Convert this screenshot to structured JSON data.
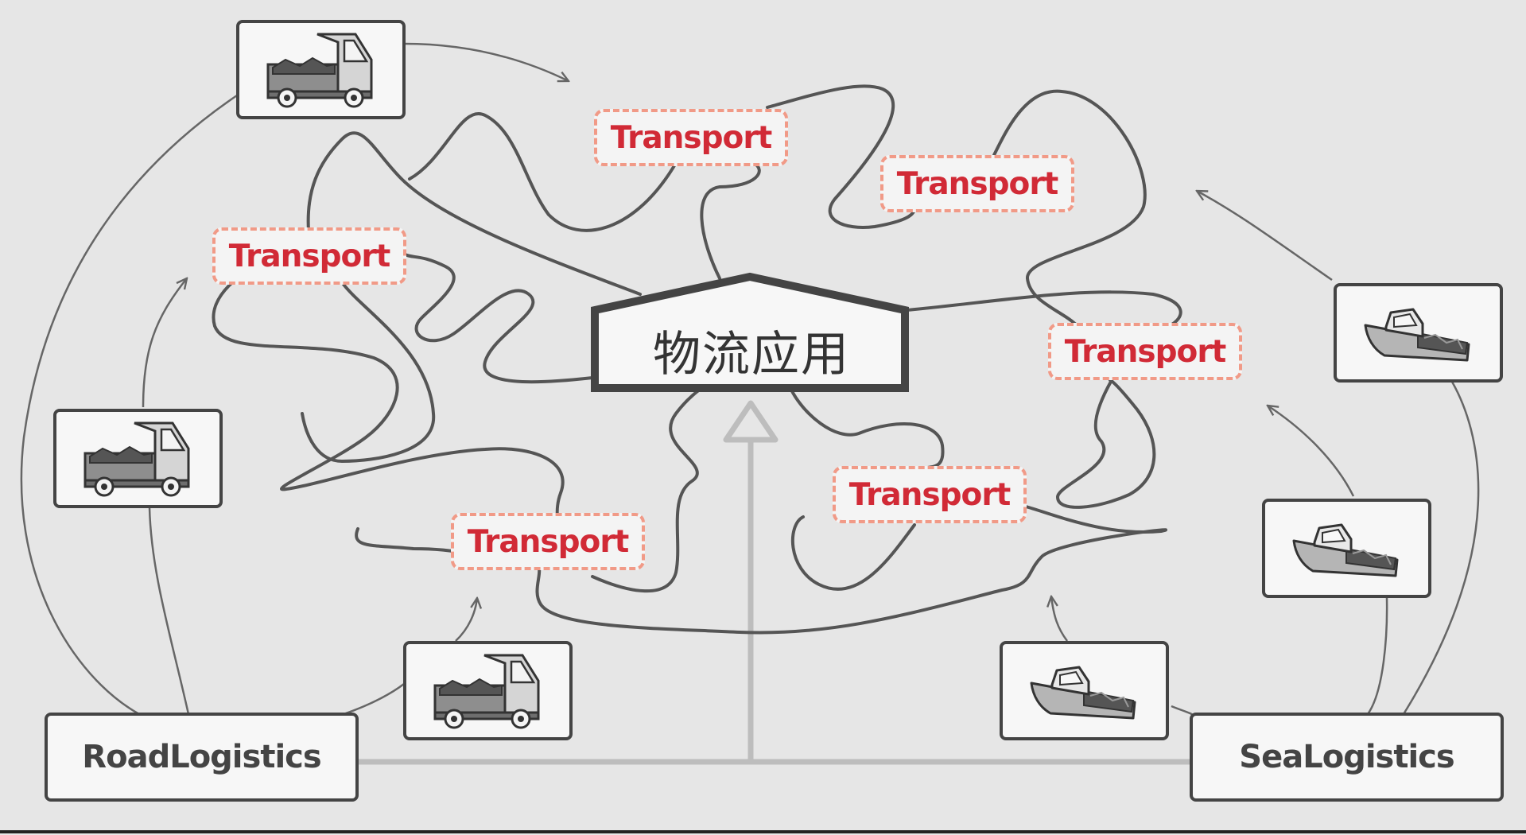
{
  "app": {
    "label": "物流应用"
  },
  "transports": [
    {
      "label": "Transport"
    },
    {
      "label": "Transport"
    },
    {
      "label": "Transport"
    },
    {
      "label": "Transport"
    },
    {
      "label": "Transport"
    },
    {
      "label": "Transport"
    }
  ],
  "road": {
    "label": "RoadLogistics",
    "vehicle_icon": "truck-icon"
  },
  "sea": {
    "label": "SeaLogistics",
    "vehicle_icon": "boat-icon"
  },
  "colors": {
    "background": "#e6e6e6",
    "box_border": "#444444",
    "transport_text": "#d12a36",
    "transport_border": "#f19a87",
    "wire": "#555555",
    "arrow": "#666666",
    "inheritance": "#bdbdbd"
  }
}
